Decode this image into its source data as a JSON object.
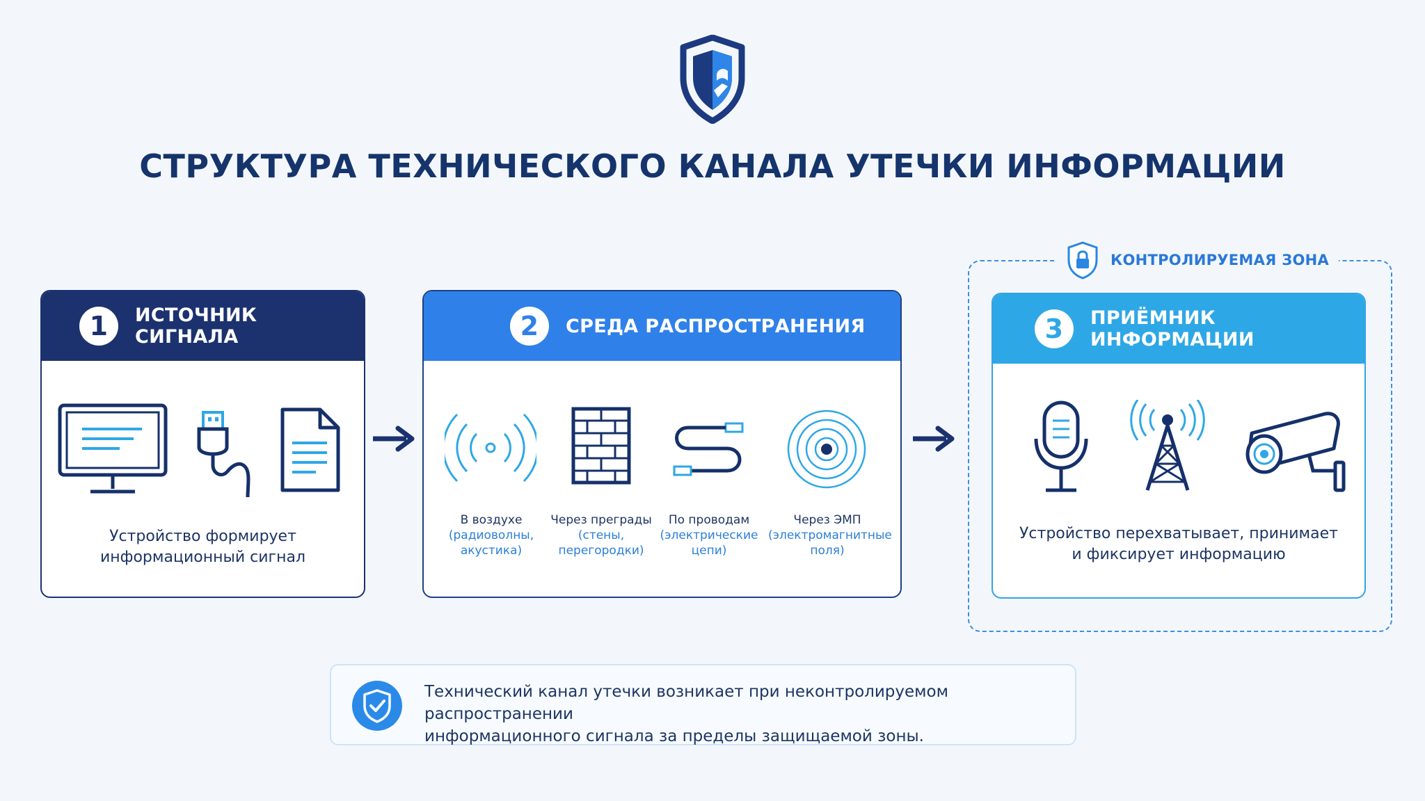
{
  "title": "СТРУКТУРА ТЕХНИЧЕСКОГО КАНАЛА УТЕЧКИ ИНФОРМАЦИИ",
  "colors": {
    "navy": "#1c326f",
    "blue": "#2f80e9",
    "cyan": "#2ea7e6",
    "accent": "#2b9be6"
  },
  "stages": [
    {
      "number": "1",
      "title": "ИСТОЧНИК СИГНАЛА",
      "description_line1": "Устройство формирует",
      "description_line2": "информационный сигнал",
      "icons": [
        "monitor-icon",
        "usb-cable-icon",
        "document-icon"
      ]
    },
    {
      "number": "2",
      "title": "СРЕДА РАСПРОСТРАНЕНИЯ",
      "media": [
        {
          "label": "В воздухе",
          "sub_line1": "(радиоволны,",
          "sub_line2": "акустика)",
          "icon": "radio-waves-icon"
        },
        {
          "label": "Через преграды",
          "sub_line1": "(стены,",
          "sub_line2": "перегородки)",
          "icon": "brick-wall-icon"
        },
        {
          "label": "По проводам",
          "sub_line1": "(электрические",
          "sub_line2": "цепи)",
          "icon": "wire-icon"
        },
        {
          "label": "Через ЭМП",
          "sub_line1": "(электромагнитные",
          "sub_line2": "поля)",
          "icon": "em-field-icon"
        }
      ]
    },
    {
      "number": "3",
      "title": "ПРИЁМНИК ИНФОРМАЦИИ",
      "description_line1": "Устройство перехватывает, принимает",
      "description_line2": "и фиксирует информацию",
      "icons": [
        "microphone-icon",
        "antenna-tower-icon",
        "camera-icon"
      ]
    }
  ],
  "zone_label": "КОНТРОЛИРУЕМАЯ ЗОНА",
  "note_line1": "Технический канал утечки возникает при неконтролируемом распространении",
  "note_line2": "информационного сигнала за пределы защищаемой зоны."
}
